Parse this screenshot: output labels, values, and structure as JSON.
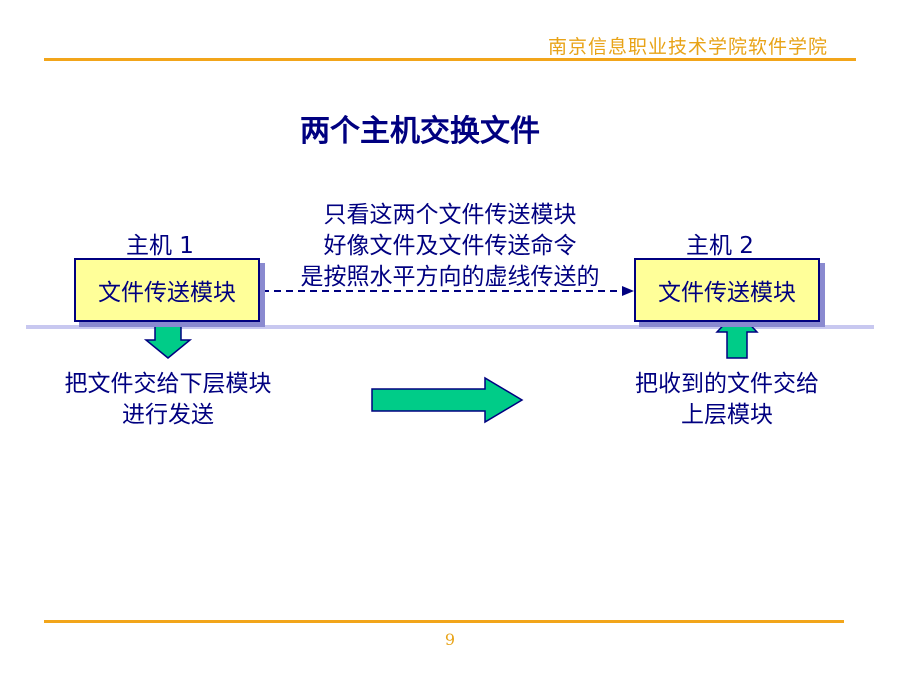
{
  "header": {
    "institution": "南京信息职业技术学院软件学院"
  },
  "title": "两个主机交换文件",
  "host1": {
    "label": "主机 1",
    "module": "文件传送模块",
    "note": [
      "把文件交给下层模块",
      "进行发送"
    ]
  },
  "host2": {
    "label": "主机 2",
    "module": "文件传送模块",
    "note": [
      "把收到的文件交给",
      "上层模块"
    ]
  },
  "middle_note": [
    "只看这两个文件传送模块",
    "好像文件及文件传送命令",
    "是按照水平方向的虚线传送的"
  ],
  "footer": {
    "page_number": "9"
  },
  "colors": {
    "accent": "#f2a51a",
    "text": "#000080",
    "box_fill": "#ffff99",
    "arrow_fill": "#00cc88",
    "layer_line": "#c8c8f0"
  }
}
